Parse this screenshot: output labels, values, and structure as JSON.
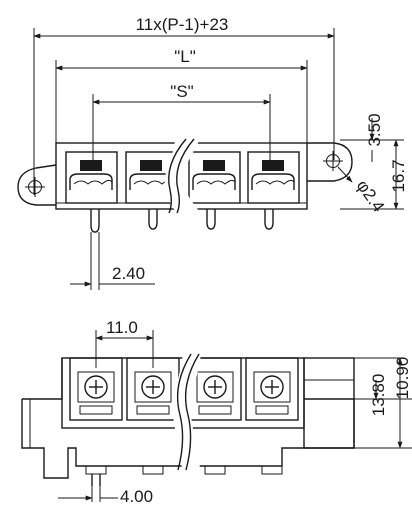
{
  "dimensions": {
    "overall_length": "11x(P-1)+23",
    "length_L": "\"L\"",
    "spacing_S": "\"S\"",
    "height_350": "3.50",
    "height_167": "16.7",
    "hole_diameter": "φ2.4",
    "pin_offset": "2.40",
    "pitch": "11.0",
    "side_height_1380": "13.80",
    "side_height_1090": "10.90",
    "bottom_offset": "4.00"
  },
  "colors": {
    "line": "#1a1a1a",
    "background": "#ffffff"
  }
}
